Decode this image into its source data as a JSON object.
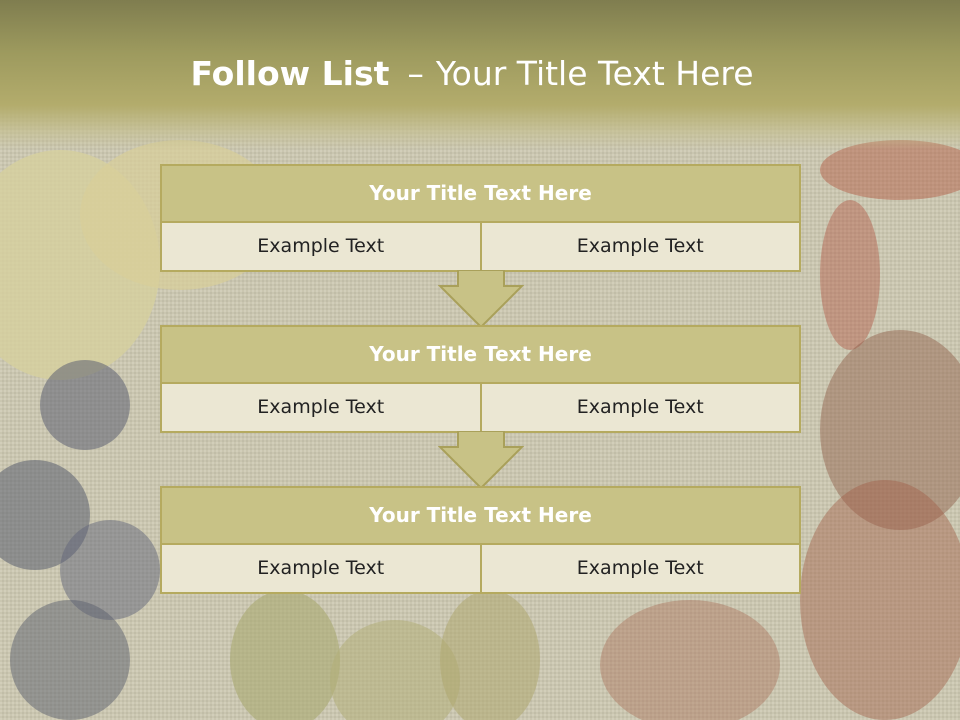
{
  "slide": {
    "title_strong": "Follow List",
    "title_dash": "–",
    "title_rest": "Your Title Text Here"
  },
  "steps": [
    {
      "title": "Your Title Text Here",
      "left": "Example Text",
      "right": "Example Text"
    },
    {
      "title": "Your Title Text Here",
      "left": "Example Text",
      "right": "Example Text"
    },
    {
      "title": "Your Title Text Here",
      "left": "Example Text",
      "right": "Example Text"
    }
  ],
  "colors": {
    "header": "#9d9a5e",
    "box_title": "#c8c286",
    "box_border": "#b5aa5f",
    "cell_bg": "#ebe7d3",
    "arrow": "#c8c286"
  }
}
